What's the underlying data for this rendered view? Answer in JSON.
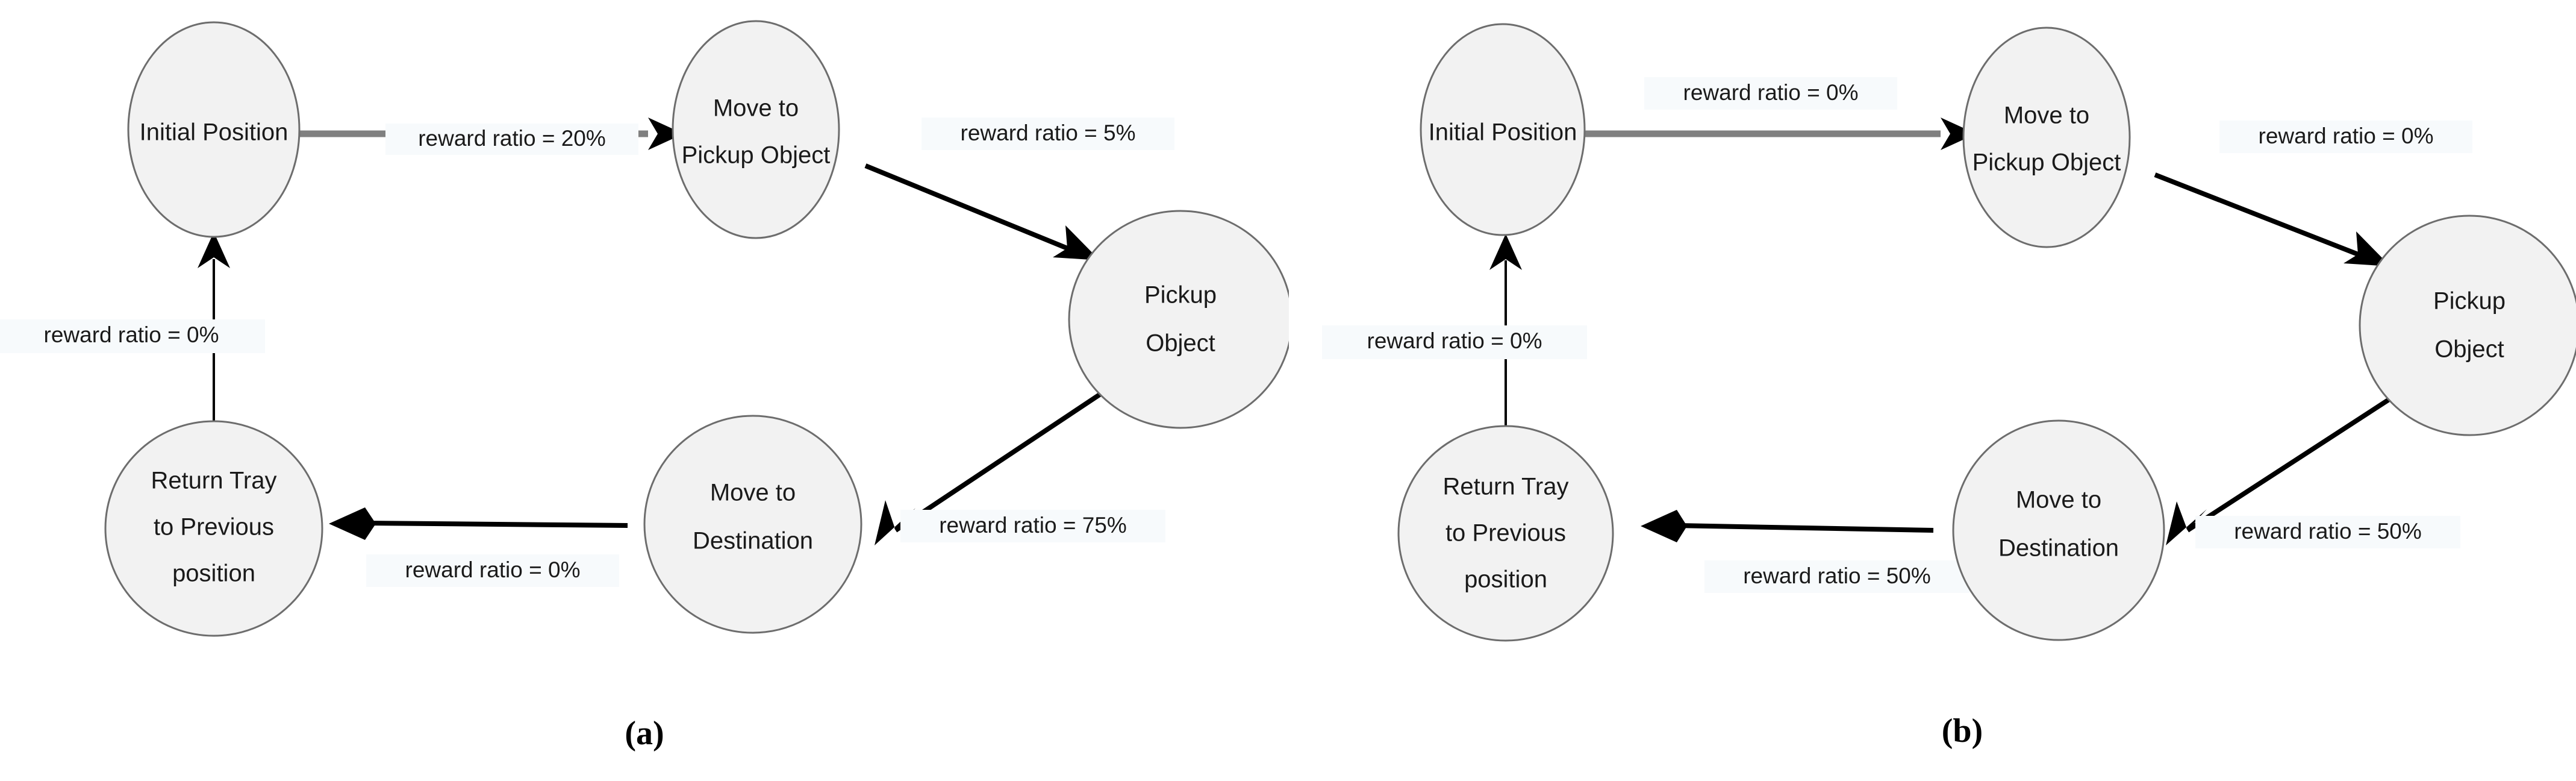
{
  "figure": {
    "background_color": "#ffffff",
    "node_fill": "#f2f2f2",
    "node_stroke": "#6d6d6d",
    "edge_gray": "#808080",
    "edge_black": "#000000",
    "label_bg": "#f7fafc",
    "text_color": "#1a1a1a"
  },
  "panels": [
    {
      "caption": "(a)",
      "nodes": [
        {
          "id": "initial-position",
          "lines": [
            "Initial Position"
          ]
        },
        {
          "id": "move-to-pickup-object",
          "lines": [
            "Move to",
            "Pickup Object"
          ]
        },
        {
          "id": "pickup-object",
          "lines": [
            "Pickup",
            "Object"
          ]
        },
        {
          "id": "move-to-destination",
          "lines": [
            "Move to",
            "Destination"
          ]
        },
        {
          "id": "return-tray",
          "lines": [
            "Return Tray",
            "to Previous",
            "position"
          ]
        }
      ],
      "edges": [
        {
          "id": "initial-to-movepickup",
          "from": "initial-position",
          "to": "move-to-pickup-object",
          "label": "reward ratio = 20%",
          "ratio": 20
        },
        {
          "id": "movepickup-to-pickup",
          "from": "move-to-pickup-object",
          "to": "pickup-object",
          "label": "reward ratio = 5%",
          "ratio": 5
        },
        {
          "id": "pickup-to-movedest",
          "from": "pickup-object",
          "to": "move-to-destination",
          "label": "reward ratio = 75%",
          "ratio": 75
        },
        {
          "id": "movedest-to-returntray",
          "from": "move-to-destination",
          "to": "return-tray",
          "label": "reward ratio = 0%",
          "ratio": 0
        },
        {
          "id": "returntray-to-initial",
          "from": "return-tray",
          "to": "initial-position",
          "label": "reward ratio =  0%",
          "ratio": 0
        }
      ]
    },
    {
      "caption": "(b)",
      "nodes": [
        {
          "id": "initial-position",
          "lines": [
            "Initial Position"
          ]
        },
        {
          "id": "move-to-pickup-object",
          "lines": [
            "Move to",
            "Pickup Object"
          ]
        },
        {
          "id": "pickup-object",
          "lines": [
            "Pickup",
            "Object"
          ]
        },
        {
          "id": "move-to-destination",
          "lines": [
            "Move to",
            "Destination"
          ]
        },
        {
          "id": "return-tray",
          "lines": [
            "Return Tray",
            "to Previous",
            "position"
          ]
        }
      ],
      "edges": [
        {
          "id": "initial-to-movepickup",
          "from": "initial-position",
          "to": "move-to-pickup-object",
          "label": "reward ratio = 0%",
          "ratio": 0
        },
        {
          "id": "movepickup-to-pickup",
          "from": "move-to-pickup-object",
          "to": "pickup-object",
          "label": "reward ratio = 0%",
          "ratio": 0
        },
        {
          "id": "pickup-to-movedest",
          "from": "pickup-object",
          "to": "move-to-destination",
          "label": "reward ratio = 50%",
          "ratio": 50
        },
        {
          "id": "movedest-to-returntray",
          "from": "move-to-destination",
          "to": "return-tray",
          "label": "reward ratio = 50%",
          "ratio": 50
        },
        {
          "id": "returntray-to-initial",
          "from": "return-tray",
          "to": "initial-position",
          "label": "reward ratio =  0%",
          "ratio": 0
        }
      ]
    }
  ]
}
